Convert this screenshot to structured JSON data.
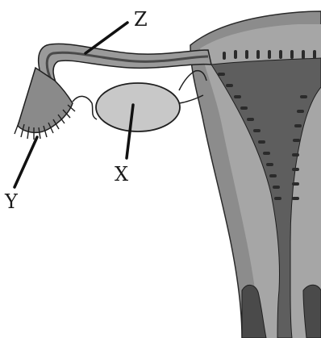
{
  "diagram": {
    "labels": {
      "z": "Z",
      "y": "Y",
      "x": "X"
    },
    "colors": {
      "tissue_dark": "#6e6e6e",
      "tissue_mid": "#8a8a8a",
      "tissue_light": "#bdbdbd",
      "ovary": "#c8c8c8",
      "outline": "#1f1f1f",
      "background": "#ffffff"
    }
  }
}
